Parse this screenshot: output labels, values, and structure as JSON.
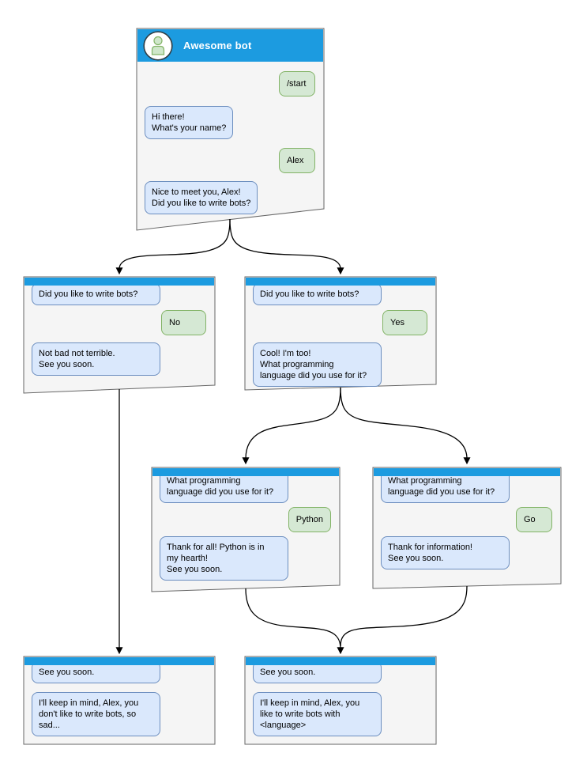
{
  "diagram": {
    "root": {
      "title": "Awesome bot",
      "messages": [
        {
          "from": "user",
          "text": "/start"
        },
        {
          "from": "bot",
          "text": "Hi there!\nWhat's your name?"
        },
        {
          "from": "user",
          "text": "Alex"
        },
        {
          "from": "bot",
          "text": "Nice to meet you, Alex!\nDid you like to write bots?"
        }
      ]
    },
    "no_branch": {
      "messages": [
        {
          "from": "bot",
          "text": "Did you like to write bots?"
        },
        {
          "from": "user",
          "text": "No"
        },
        {
          "from": "bot",
          "text": "Not bad not terrible.\nSee you soon."
        }
      ]
    },
    "yes_branch": {
      "messages": [
        {
          "from": "bot",
          "text": "Did you like to write bots?"
        },
        {
          "from": "user",
          "text": "Yes"
        },
        {
          "from": "bot",
          "text": "Cool! I'm too!\nWhat programming\nlanguage did you use for it?"
        }
      ]
    },
    "python_branch": {
      "messages": [
        {
          "from": "bot",
          "text": "What programming\nlanguage did you use for it?"
        },
        {
          "from": "user",
          "text": "Python"
        },
        {
          "from": "bot",
          "text": "Thank for all! Python is in\nmy hearth!\nSee you soon."
        }
      ]
    },
    "go_branch": {
      "messages": [
        {
          "from": "bot",
          "text": "What programming\nlanguage did you use for it?"
        },
        {
          "from": "user",
          "text": "Go"
        },
        {
          "from": "bot",
          "text": "Thank for information!\nSee you soon."
        }
      ]
    },
    "end_no": {
      "messages": [
        {
          "from": "bot",
          "text": "See you soon."
        },
        {
          "from": "bot",
          "text": "I'll keep in mind, Alex, you\ndon't like to write bots, so\nsad..."
        }
      ]
    },
    "end_yes": {
      "messages": [
        {
          "from": "bot",
          "text": "See you soon."
        },
        {
          "from": "bot",
          "text": "I'll keep in mind, Alex, you\nlike to write bots with\n<language>"
        }
      ]
    }
  },
  "colors": {
    "header_blue": "#1c9be0",
    "window_fill": "#f5f5f5",
    "window_border": "#666666",
    "bot_bubble_fill": "#dae8fc",
    "bot_bubble_border": "#6c8ebf",
    "user_bubble_fill": "#d5e8d4",
    "user_bubble_border": "#82b366",
    "arrow": "#000000",
    "title_text": "#ffffff"
  },
  "icons": {
    "avatar": "person-icon"
  }
}
